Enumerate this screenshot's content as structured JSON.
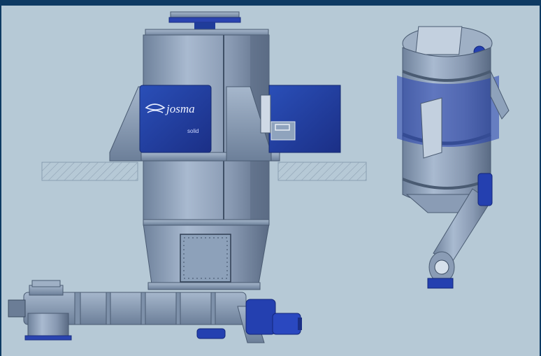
{
  "brand": {
    "logo_text": "josma",
    "sub_text": "solid"
  },
  "colors": {
    "frame": "#0e3a63",
    "background": "#b6c9d6",
    "steel": "#8fa3bd",
    "steel_dark": "#5c6f88",
    "panel_blue": "#1f3c9a",
    "motor_blue": "#2240b5",
    "hatch": "#9fb3c4"
  },
  "views": {
    "front": "front-elevation-view",
    "iso": "isometric-view"
  }
}
